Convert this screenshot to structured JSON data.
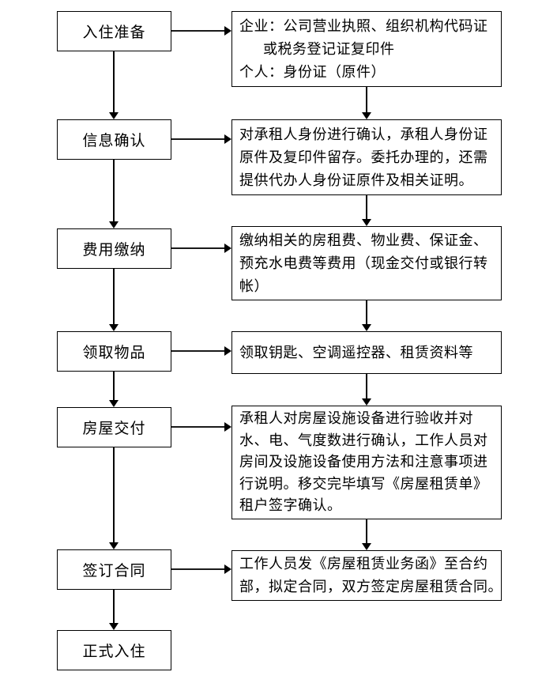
{
  "colors": {
    "box_border": "#000000",
    "arrow": "#000000",
    "background": "#ffffff",
    "text": "#000000"
  },
  "diagram": {
    "type": "flowchart",
    "steps": [
      {
        "label": "入住准备",
        "detail_lines": [
          "企业：公司营业执照、组织机构代码证",
          "或税务登记证复印件",
          "个人：身份证（原件）"
        ]
      },
      {
        "label": "信息确认",
        "detail_lines": [
          "对承租人身份进行确认，承租人身份证",
          "原件及复印件留存。委托办理的，还需",
          "提供代办人身份证原件及相关证明。"
        ]
      },
      {
        "label": "费用缴纳",
        "detail_lines": [
          "缴纳相关的房租费、物业费、保证金、",
          "预充水电费等费用（现金交付或银行转",
          "帐）"
        ]
      },
      {
        "label": "领取物品",
        "detail_lines": [
          "领取钥匙、空调遥控器、租赁资料等"
        ]
      },
      {
        "label": "房屋交付",
        "detail_lines": [
          "承租人对房屋设施设备进行验收并对",
          "水、电、气度数进行确认，工作人员对",
          "房间及设施设备使用方法和注意事项进",
          "行说明。移交完毕填写《房屋租赁单》",
          "租户签字确认。"
        ]
      },
      {
        "label": "签订合同",
        "detail_lines": [
          "工作人员发《房屋租赁业务函》至合约",
          "部，拟定合同，双方签定房屋租赁合同。"
        ]
      },
      {
        "label": "正式入住",
        "detail_lines": []
      }
    ]
  }
}
